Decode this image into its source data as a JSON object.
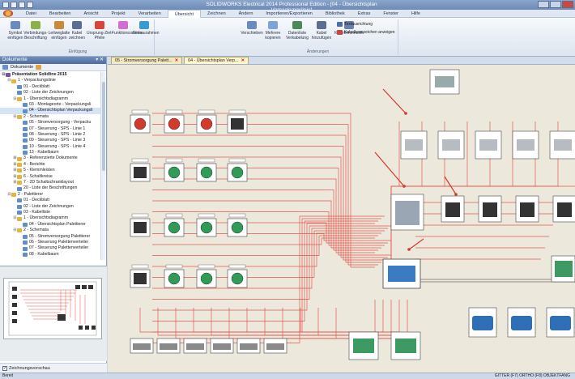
{
  "window": {
    "title": "SOLIDWORKS Electrical 2014 Professional Edition - [04 - Übersichtsplan Verpackungslinie]"
  },
  "menu": {
    "tabs": [
      "Datei",
      "Bearbeiten",
      "Ansicht",
      "Projekt",
      "Verarbeiten",
      "Übersicht",
      "Zeichnen",
      "Ändern",
      "Importieren/Exportieren",
      "Bibliothek",
      "Extras",
      "Fenster",
      "Hilfe"
    ],
    "active": "Übersicht"
  },
  "ribbon": {
    "groups": [
      {
        "label": "Einfügung",
        "buttons": [
          "Symbol einfügen",
          "Verbindungs-Beschriftung",
          "Leitweglatte einfügen",
          "Kabel zeichnen",
          "Ursprung-Ziel-Pfeile",
          "Funktionsrahmen",
          "Einbaurahmen"
        ]
      },
      {
        "label": "Änderungen",
        "buttons": [
          "Verschieben",
          "Mehrere kopieren",
          "Datenliste Verkabelung",
          "Kabel hinzufügen",
          "Kabelmnemonik"
        ]
      }
    ],
    "small_buttons": [
      "Textausrichtung",
      "Kabelkennzeichen anzeigen"
    ]
  },
  "panel": {
    "title": "Dokumente",
    "toolbar_label": "Dokumente",
    "preview_checkbox": "Zeichnungsvorschau",
    "tree": [
      {
        "level": 0,
        "label": "Präsentation Solidline 2015",
        "bold": true,
        "icon": "book-icon",
        "exp": "⊟"
      },
      {
        "level": 1,
        "label": "1 - Verpackungslinie",
        "icon": "folder-icon",
        "exp": "⊟"
      },
      {
        "level": 2,
        "label": "01 - Deckblatt",
        "icon": "page-icon",
        "exp": ""
      },
      {
        "level": 2,
        "label": "02 - Liste der Zeichnungen",
        "icon": "page-icon",
        "exp": ""
      },
      {
        "level": 2,
        "label": "1 - Übersichtsdiagramm",
        "icon": "folder-icon",
        "exp": "⊟"
      },
      {
        "level": 3,
        "label": "03 - Montageorte - Verpackungsli",
        "icon": "page-icon",
        "exp": ""
      },
      {
        "level": 3,
        "label": "04 - Übersichtsplan Verpackungsli",
        "icon": "page-icon",
        "exp": "",
        "selected": true
      },
      {
        "level": 2,
        "label": "2 - Schemata",
        "icon": "folder-icon",
        "exp": "⊟"
      },
      {
        "level": 3,
        "label": "05 - Stromversorgung - Verpacku",
        "icon": "page-icon",
        "exp": ""
      },
      {
        "level": 3,
        "label": "07 - Steuerung - SPS - Linie 1",
        "icon": "page-icon",
        "exp": ""
      },
      {
        "level": 3,
        "label": "08 - Steuerung - SPS - Linie 2",
        "icon": "page-icon",
        "exp": ""
      },
      {
        "level": 3,
        "label": "09 - Steuerung - SPS - Linie 3",
        "icon": "page-icon",
        "exp": ""
      },
      {
        "level": 3,
        "label": "10 - Steuerung - SPS - Linie 4",
        "icon": "page-icon",
        "exp": ""
      },
      {
        "level": 3,
        "label": "13 - Kabelbaum",
        "icon": "page-icon",
        "exp": ""
      },
      {
        "level": 2,
        "label": "3 - Referenzierte Dokumente",
        "icon": "folder-icon",
        "exp": "⊞"
      },
      {
        "level": 2,
        "label": "4 - Berichte",
        "icon": "folder-icon",
        "exp": "⊞"
      },
      {
        "level": 2,
        "label": "5 - Klemmleisten",
        "icon": "folder-icon",
        "exp": "⊞"
      },
      {
        "level": 2,
        "label": "6 - Schaltkreise",
        "icon": "folder-icon",
        "exp": "⊞"
      },
      {
        "level": 2,
        "label": "7 - 2D Schaltschranklayout",
        "icon": "folder-icon",
        "exp": "⊞"
      },
      {
        "level": 2,
        "label": "20 - Liste der Beschriftungen",
        "icon": "page-icon",
        "exp": ""
      },
      {
        "level": 1,
        "label": "2 - Palettierer",
        "icon": "folder-icon",
        "exp": "⊟"
      },
      {
        "level": 2,
        "label": "01 - Deckblatt",
        "icon": "page-icon",
        "exp": ""
      },
      {
        "level": 2,
        "label": "02 - Liste der Zeichnungen",
        "icon": "page-icon",
        "exp": ""
      },
      {
        "level": 2,
        "label": "03 - Kabelliste",
        "icon": "page-icon",
        "exp": ""
      },
      {
        "level": 2,
        "label": "1 - Übersichtsdiagramm",
        "icon": "folder-icon",
        "exp": "⊟"
      },
      {
        "level": 3,
        "label": "04 - Übersichtsplan Palettierer",
        "icon": "page-icon",
        "exp": ""
      },
      {
        "level": 2,
        "label": "2 - Schemata",
        "icon": "folder-icon",
        "exp": "⊟"
      },
      {
        "level": 3,
        "label": "05 - Stromversorgung Palettierer",
        "icon": "page-icon",
        "exp": ""
      },
      {
        "level": 3,
        "label": "06 - Steuerung Palettenverteiler",
        "icon": "page-icon",
        "exp": ""
      },
      {
        "level": 3,
        "label": "07 - Steuerung Palettenverteiler",
        "icon": "page-icon",
        "exp": ""
      },
      {
        "level": 3,
        "label": "08 - Kabelbaum",
        "icon": "page-icon",
        "exp": ""
      }
    ]
  },
  "doc_tabs": [
    {
      "label": "05 - Stromversorgung Palett...",
      "active": false
    },
    {
      "label": "04 - Übersichtsplan Verp...",
      "active": true
    }
  ],
  "status": {
    "left": "Bereit",
    "right": "GITTER (F7)   ORTHO (F8)   OBJEKTFANG"
  },
  "colors": {
    "wire": "#e2574f",
    "arrow": "#d7362b",
    "canvas": "#ece9dc",
    "panel_header": "#5a7aab"
  }
}
